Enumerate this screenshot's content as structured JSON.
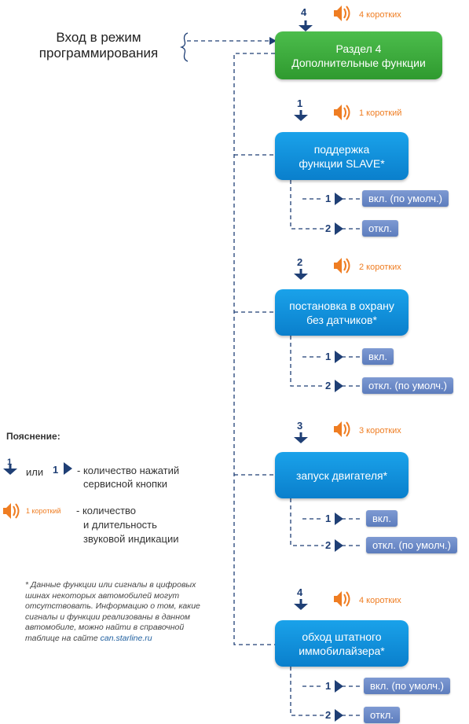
{
  "entry_label": "Вход в режим программирования",
  "section": {
    "presses": "4",
    "signal": "4 коротких",
    "title_line1": "Раздел 4",
    "title_line2": "Дополнительные функции"
  },
  "functions": [
    {
      "presses": "1",
      "signal": "1 короткий",
      "line1": "поддержка",
      "line2": "функции SLAVE*",
      "options": [
        {
          "num": "1",
          "label": "вкл. (по умолч.)"
        },
        {
          "num": "2",
          "label": "откл."
        }
      ]
    },
    {
      "presses": "2",
      "signal": "2 коротких",
      "line1": "постановка в охрану",
      "line2": "без датчиков*",
      "options": [
        {
          "num": "1",
          "label": "вкл."
        },
        {
          "num": "2",
          "label": "откл. (по умолч.)"
        }
      ]
    },
    {
      "presses": "3",
      "signal": "3 коротких",
      "line1": "запуск двигателя*",
      "line2": "",
      "options": [
        {
          "num": "1",
          "label": "вкл."
        },
        {
          "num": "2",
          "label": "откл. (по умолч.)"
        }
      ]
    },
    {
      "presses": "4",
      "signal": "4 коротких",
      "line1": "обход штатного",
      "line2": "иммобилайзера*",
      "options": [
        {
          "num": "1",
          "label": "вкл. (по умолч.)"
        },
        {
          "num": "2",
          "label": "откл."
        }
      ]
    }
  ],
  "legend": {
    "title": "Пояснение:",
    "press_num_a": "1",
    "press_or": "или",
    "press_num_b": "1",
    "press_desc_line1": "- количество нажатий",
    "press_desc_line2": "сервисной кнопки",
    "signal_example": "1 короткий",
    "signal_desc_line1": "- количество",
    "signal_desc_line2": "и длительность",
    "signal_desc_line3": "звуковой индикации"
  },
  "note": {
    "text": "* Данные функции или сигналы в цифровых шинах некоторых автомобилей могут отсутствовать. Информацию о том, какие сигналы и функции реализованы в данном автомобиле, можно найти в справочной таблице на сайте",
    "link": "can.starline.ru"
  },
  "colors": {
    "section_box": "#3aaa3a",
    "function_box": "#0d8ed8",
    "option_box": "#6b88c8",
    "signal_text": "#ef7d22",
    "arrow": "#1f3f75",
    "connector": "#1f3f75"
  },
  "icons": [
    "down-arrow-icon",
    "speaker-icon",
    "right-triangle-icon",
    "curly-brace-icon"
  ]
}
